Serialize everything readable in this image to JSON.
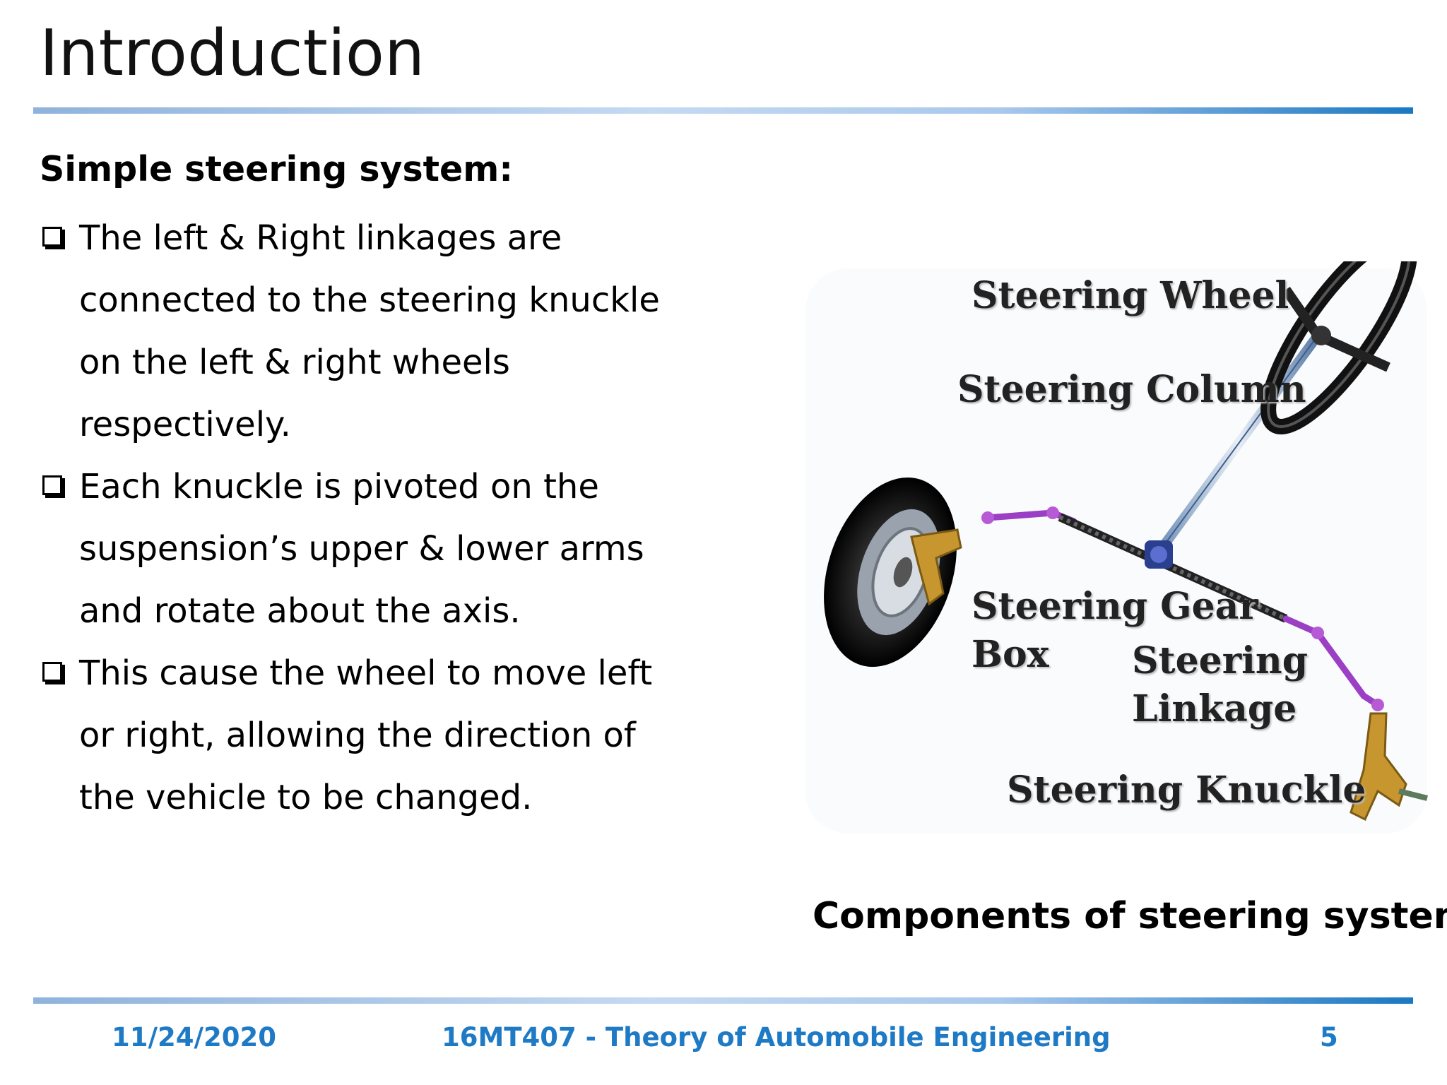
{
  "slide": {
    "title": "Introduction",
    "subheading": "Simple steering system:",
    "bullets": [
      [
        "The left & Right linkages are",
        "connected to the steering knuckle",
        "on the left & right wheels",
        "respectively."
      ],
      [
        "Each knuckle is pivoted on the",
        "suspension’s upper & lower arms",
        "and rotate about the axis."
      ],
      [
        "This cause the wheel to move left",
        "or right, allowing the direction of",
        "the vehicle to be changed."
      ]
    ]
  },
  "figure": {
    "labels": {
      "steering_wheel": "Steering Wheel",
      "steering_column": "Steering Column",
      "steering_gear_box_1": "Steering Gear",
      "steering_gear_box_2": "Box",
      "steering_linkage_1": "Steering",
      "steering_linkage_2": "Linkage",
      "steering_knuckle": "Steering Knuckle"
    },
    "caption": "Components of steering system"
  },
  "footer": {
    "date": "11/24/2020",
    "course": "16MT407 - Theory of Automobile Engineering",
    "page": "5"
  },
  "colors": {
    "accent": "#1f7ac6",
    "linkage": "#9b3fc4",
    "knuckle": "#c8962e"
  }
}
